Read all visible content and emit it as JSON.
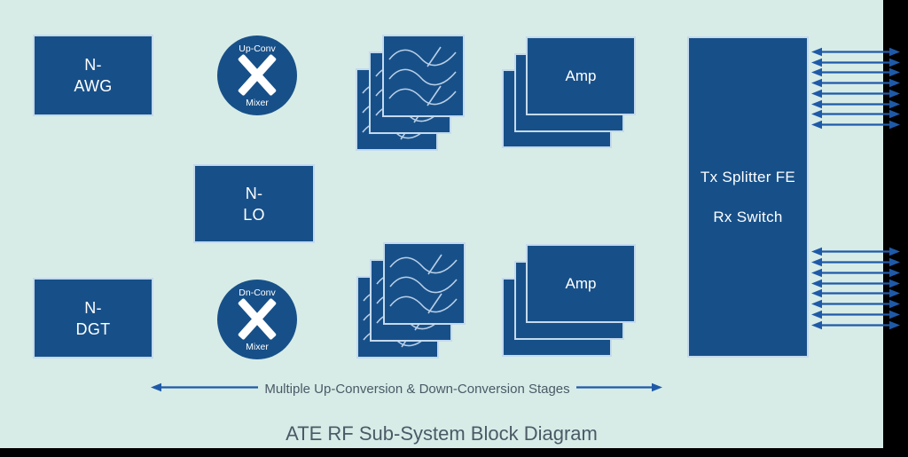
{
  "title": "ATE RF Sub-System Block Diagram",
  "caption": {
    "text": "Multiple Up-Conversion & Down-Conversion Stages"
  },
  "blocks": {
    "n_awg": {
      "line1": "N-",
      "line2": "AWG"
    },
    "n_lo": {
      "line1": "N-",
      "line2": "LO"
    },
    "n_dgt": {
      "line1": "N-",
      "line2": "DGT"
    },
    "tx_splitter": {
      "line1": "Tx Splitter FE",
      "line2": "Rx Switch"
    },
    "amp_top": {
      "label": "Amp"
    },
    "amp_bottom": {
      "label": "Amp"
    }
  },
  "mixers": {
    "up": {
      "label_top": "Up-Conv",
      "label_bottom": "Mixer"
    },
    "down": {
      "label_top": "Dn-Conv",
      "label_bottom": "Mixer"
    }
  },
  "arrows": {
    "top_count": 8,
    "bottom_count": 8
  },
  "icons": {
    "mixer": "x-cross-mixer-icon",
    "filter": "bandpass-filter-icon",
    "stage_arrows": "double-headed-arrow"
  },
  "colors": {
    "background": "#d7ece7",
    "block_blue": "#175089",
    "arrow_blue": "#1f5aa8",
    "text_dark": "#4b5a66",
    "wave_light": "#b9cfe6",
    "stack_border": "#c4daee",
    "frame_black": "#000000"
  }
}
